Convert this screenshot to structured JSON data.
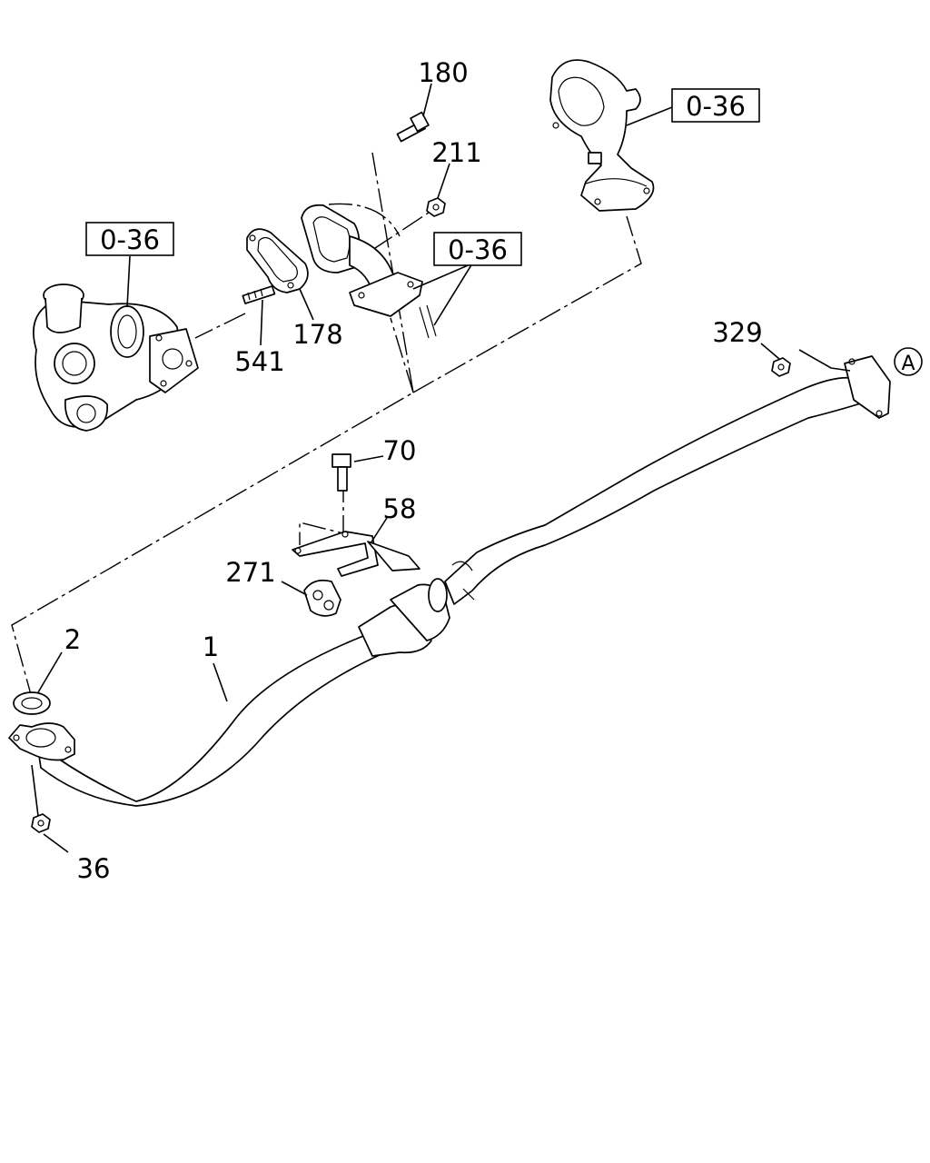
{
  "callouts": {
    "c180": "180",
    "c211": "211",
    "c0_36_top": "0-36",
    "c0_36_left": "0-36",
    "c0_36_mid": "0-36",
    "c178": "178",
    "c541": "541",
    "c329": "329",
    "cA": "A",
    "c70": "70",
    "c58": "58",
    "c271": "271",
    "c2": "2",
    "c1": "1",
    "c36": "36"
  }
}
